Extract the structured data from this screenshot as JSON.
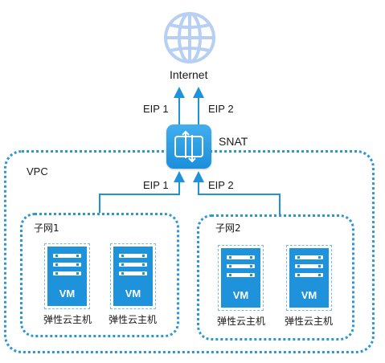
{
  "internet": {
    "label": "Internet"
  },
  "snat": {
    "label": "SNAT"
  },
  "vpc": {
    "label": "VPC"
  },
  "uplinks": {
    "eip1": "EIP 1",
    "eip2": "EIP 2"
  },
  "downlinks": {
    "eip1": "EIP 1",
    "eip2": "EIP 2"
  },
  "subnets": [
    {
      "label": "子网1",
      "vms": [
        {
          "name": "VM",
          "caption": "弹性云主机"
        },
        {
          "name": "VM",
          "caption": "弹性云主机"
        }
      ]
    },
    {
      "label": "子网2",
      "vms": [
        {
          "name": "VM",
          "caption": "弹性云主机"
        },
        {
          "name": "VM",
          "caption": "弹性云主机"
        }
      ]
    }
  ],
  "colors": {
    "primary": "#1f92dc",
    "globe": "#b6cff3",
    "line": "#2a97d6"
  }
}
